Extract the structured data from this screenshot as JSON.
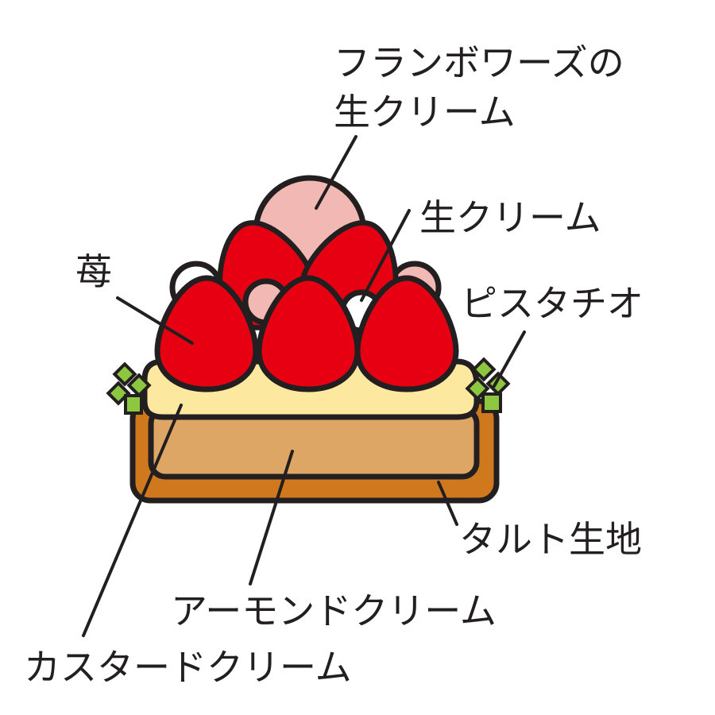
{
  "labels": {
    "framboise_line1": "フランボワーズの",
    "framboise_line2": "生クリーム",
    "whipped_cream": "生クリーム",
    "strawberry": "苺",
    "pistachio": "ピスタチオ",
    "tart_dough": "タルト生地",
    "almond_cream": "アーモンドクリーム",
    "custard_cream": "カスタードクリーム"
  },
  "colors": {
    "outline": "#231f20",
    "strawberry": "#e60012",
    "framboise_cream": "#f2b8b3",
    "whipped_cream": "#ffffff",
    "custard": "#fde8a0",
    "almond": "#dea664",
    "crust": "#d0781e",
    "pistachio": "#8dc63f"
  }
}
